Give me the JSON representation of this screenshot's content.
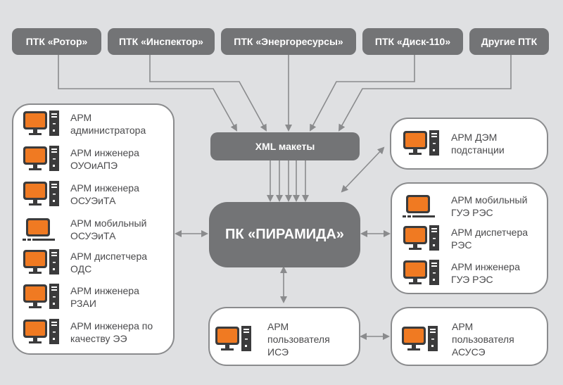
{
  "colors": {
    "background": "#dfe0e2",
    "node_fill": "#737476",
    "connector": "#8a8b8d",
    "monitor_orange": "#f07a22",
    "icon_dark": "#3b3b3c"
  },
  "sources": [
    {
      "label": "ПТК «Ротор»"
    },
    {
      "label": "ПТК «Инспектор»"
    },
    {
      "label": "ПТК «Энергоресурсы»"
    },
    {
      "label": "ПТК «Диск-110»"
    },
    {
      "label": "Другие ПТК"
    }
  ],
  "xml_node": {
    "label": "XML макеты"
  },
  "core_node": {
    "label": "ПК «ПИРАМИДА»"
  },
  "left_panel": {
    "items": [
      {
        "label": "АРМ\nадминистратора",
        "icon": "desktop-computer-icon"
      },
      {
        "label": "АРМ инженера\nОУОиАПЭ",
        "icon": "desktop-computer-icon"
      },
      {
        "label": "АРМ инженера\nОСУЭиТА",
        "icon": "desktop-computer-icon"
      },
      {
        "label": "АРМ мобильный\nОСУЭиТА",
        "icon": "laptop-icon"
      },
      {
        "label": "АРМ диспетчера\nОДС",
        "icon": "desktop-computer-icon"
      },
      {
        "label": "АРМ инженера\nРЗАИ",
        "icon": "desktop-computer-icon"
      },
      {
        "label": "АРМ инженера по\nкачеству ЭЭ",
        "icon": "desktop-computer-icon"
      }
    ]
  },
  "dem_panel": {
    "items": [
      {
        "label": "АРМ ДЭМ\nподстанции",
        "icon": "desktop-computer-icon"
      }
    ]
  },
  "res_panel": {
    "items": [
      {
        "label": "АРМ мобильный\nГУЭ РЭС",
        "icon": "laptop-icon"
      },
      {
        "label": "АРМ диспетчера\nРЭС",
        "icon": "desktop-computer-icon"
      },
      {
        "label": "АРМ инженера\nГУЭ РЭС",
        "icon": "desktop-computer-icon"
      }
    ]
  },
  "ise_panel": {
    "items": [
      {
        "label": "АРМ\nпользователя\nИСЭ",
        "icon": "desktop-computer-icon"
      }
    ]
  },
  "asuse_panel": {
    "items": [
      {
        "label": "АРМ\nпользователя\nАСУСЭ",
        "icon": "desktop-computer-icon"
      }
    ]
  }
}
